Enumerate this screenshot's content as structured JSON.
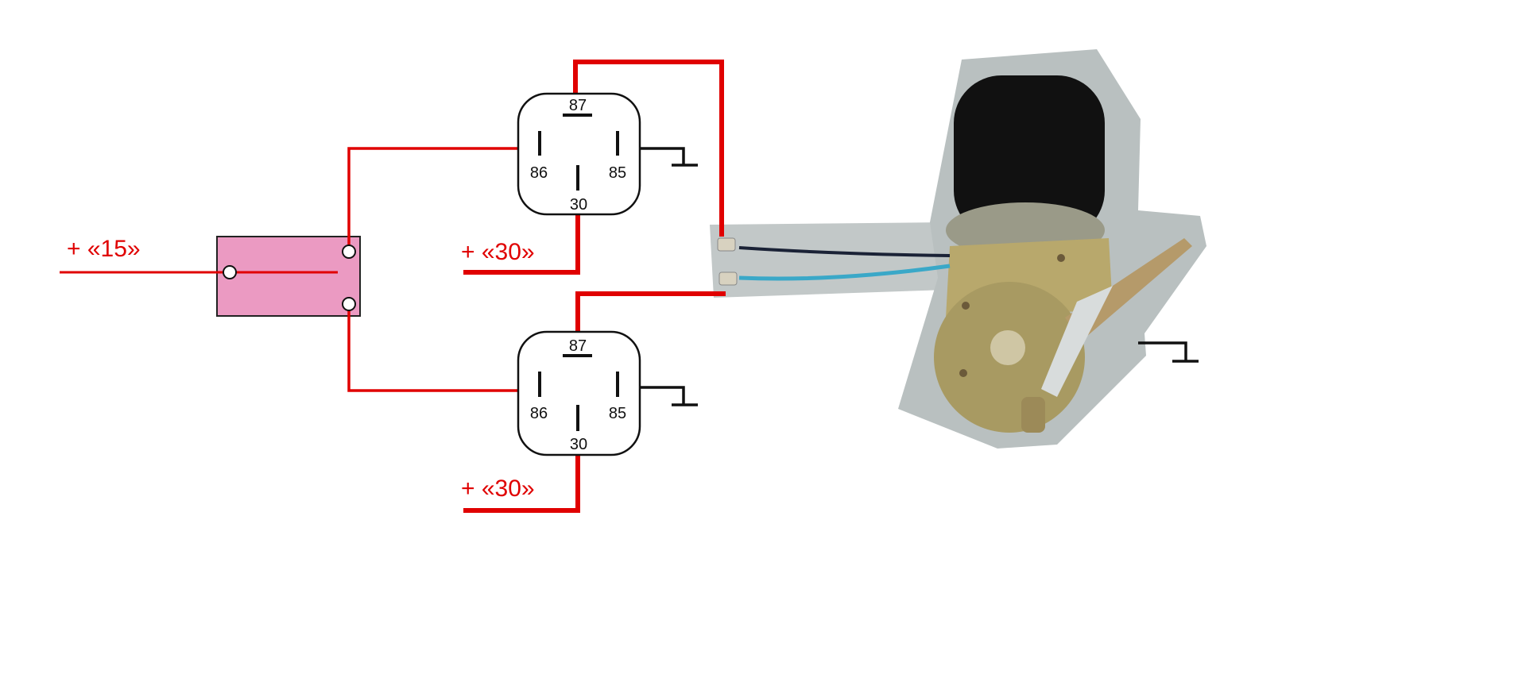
{
  "labels": {
    "ignition": "+ «15»",
    "battery_top": "+ «30»",
    "battery_bottom": "+ «30»"
  },
  "relays": [
    {
      "pins": {
        "p87": "87",
        "p86": "86",
        "p85": "85",
        "p30": "30"
      }
    },
    {
      "pins": {
        "p87": "87",
        "p86": "86",
        "p85": "85",
        "p30": "30"
      }
    }
  ],
  "colors": {
    "wire": "#e00000",
    "switch_fill": "#eb9ac2",
    "ground": "#000000",
    "photo_bg": "#b9c0c0"
  }
}
